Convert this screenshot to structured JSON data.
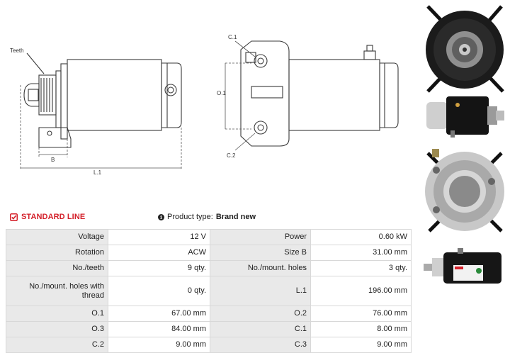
{
  "drawing_labels": {
    "teeth": "Teeth",
    "b": "B",
    "l1": "L.1",
    "c1": "C.1",
    "o1": "O.1",
    "c2": "C.2"
  },
  "product_line": "STANDARD LINE",
  "product_type": {
    "label": "Product type:",
    "value": "Brand new"
  },
  "specs": [
    [
      {
        "k": "Voltage",
        "v": "12 V"
      },
      {
        "k": "Power",
        "v": "0.60 kW"
      }
    ],
    [
      {
        "k": "Rotation",
        "v": "ACW"
      },
      {
        "k": "Size B",
        "v": "31.00 mm"
      }
    ],
    [
      {
        "k": "No./teeth",
        "v": "9 qty."
      },
      {
        "k": "No./mount. holes",
        "v": "3 qty."
      }
    ],
    [
      {
        "k": "No./mount. holes with thread",
        "v": "0 qty."
      },
      {
        "k": "L.1",
        "v": "196.00 mm"
      }
    ],
    [
      {
        "k": "O.1",
        "v": "67.00 mm"
      },
      {
        "k": "O.2",
        "v": "76.00 mm"
      }
    ],
    [
      {
        "k": "O.3",
        "v": "84.00 mm"
      },
      {
        "k": "C.1",
        "v": "8.00 mm"
      }
    ],
    [
      {
        "k": "C.2",
        "v": "9.00 mm"
      },
      {
        "k": "C.3",
        "v": "9.00 mm"
      }
    ]
  ],
  "colors": {
    "accent": "#d4202a",
    "key_bg": "#e9e9e9",
    "border": "#d8d8d8"
  }
}
